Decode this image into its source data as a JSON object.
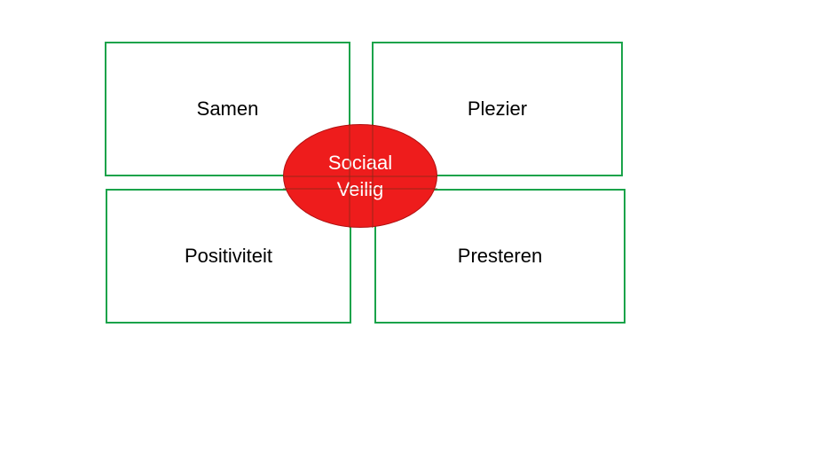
{
  "diagram": {
    "quadrants": [
      {
        "label": "Samen"
      },
      {
        "label": "Plezier"
      },
      {
        "label": "Positiviteit"
      },
      {
        "label": "Presteren"
      }
    ],
    "center": {
      "line1": "Sociaal",
      "line2": "Veilig",
      "fill_color": "#ee1c1c"
    },
    "border_color": "#1aa34a"
  }
}
